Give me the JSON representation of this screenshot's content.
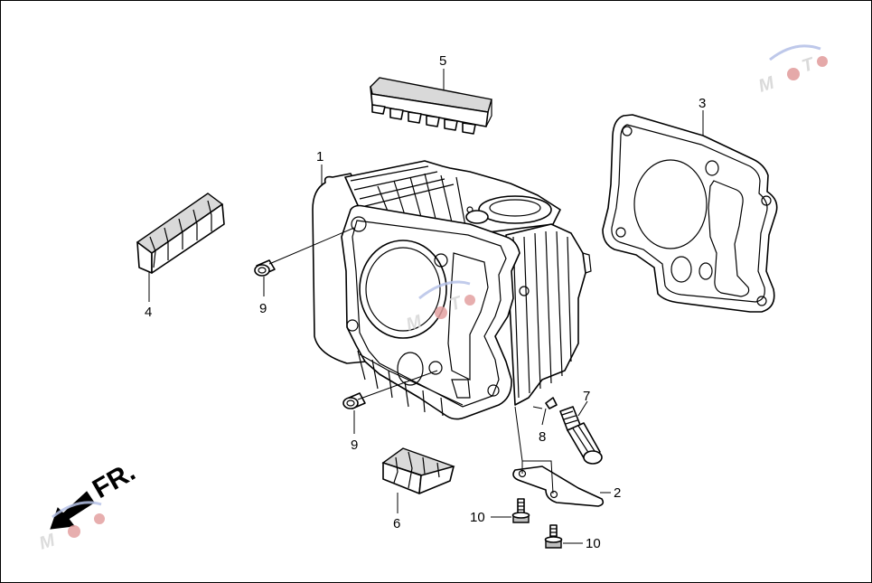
{
  "callouts": {
    "c1": "1",
    "c2": "2",
    "c3": "3",
    "c4": "4",
    "c5": "5",
    "c6": "6",
    "c7": "7",
    "c8": "8",
    "c9a": "9",
    "c9b": "9",
    "c10a": "10",
    "c10b": "10"
  },
  "direction_label": "FR.",
  "watermark": {
    "text": "MOTO",
    "accent_color": "#e3a0a0",
    "swoosh_color": "#b7c3e8"
  }
}
